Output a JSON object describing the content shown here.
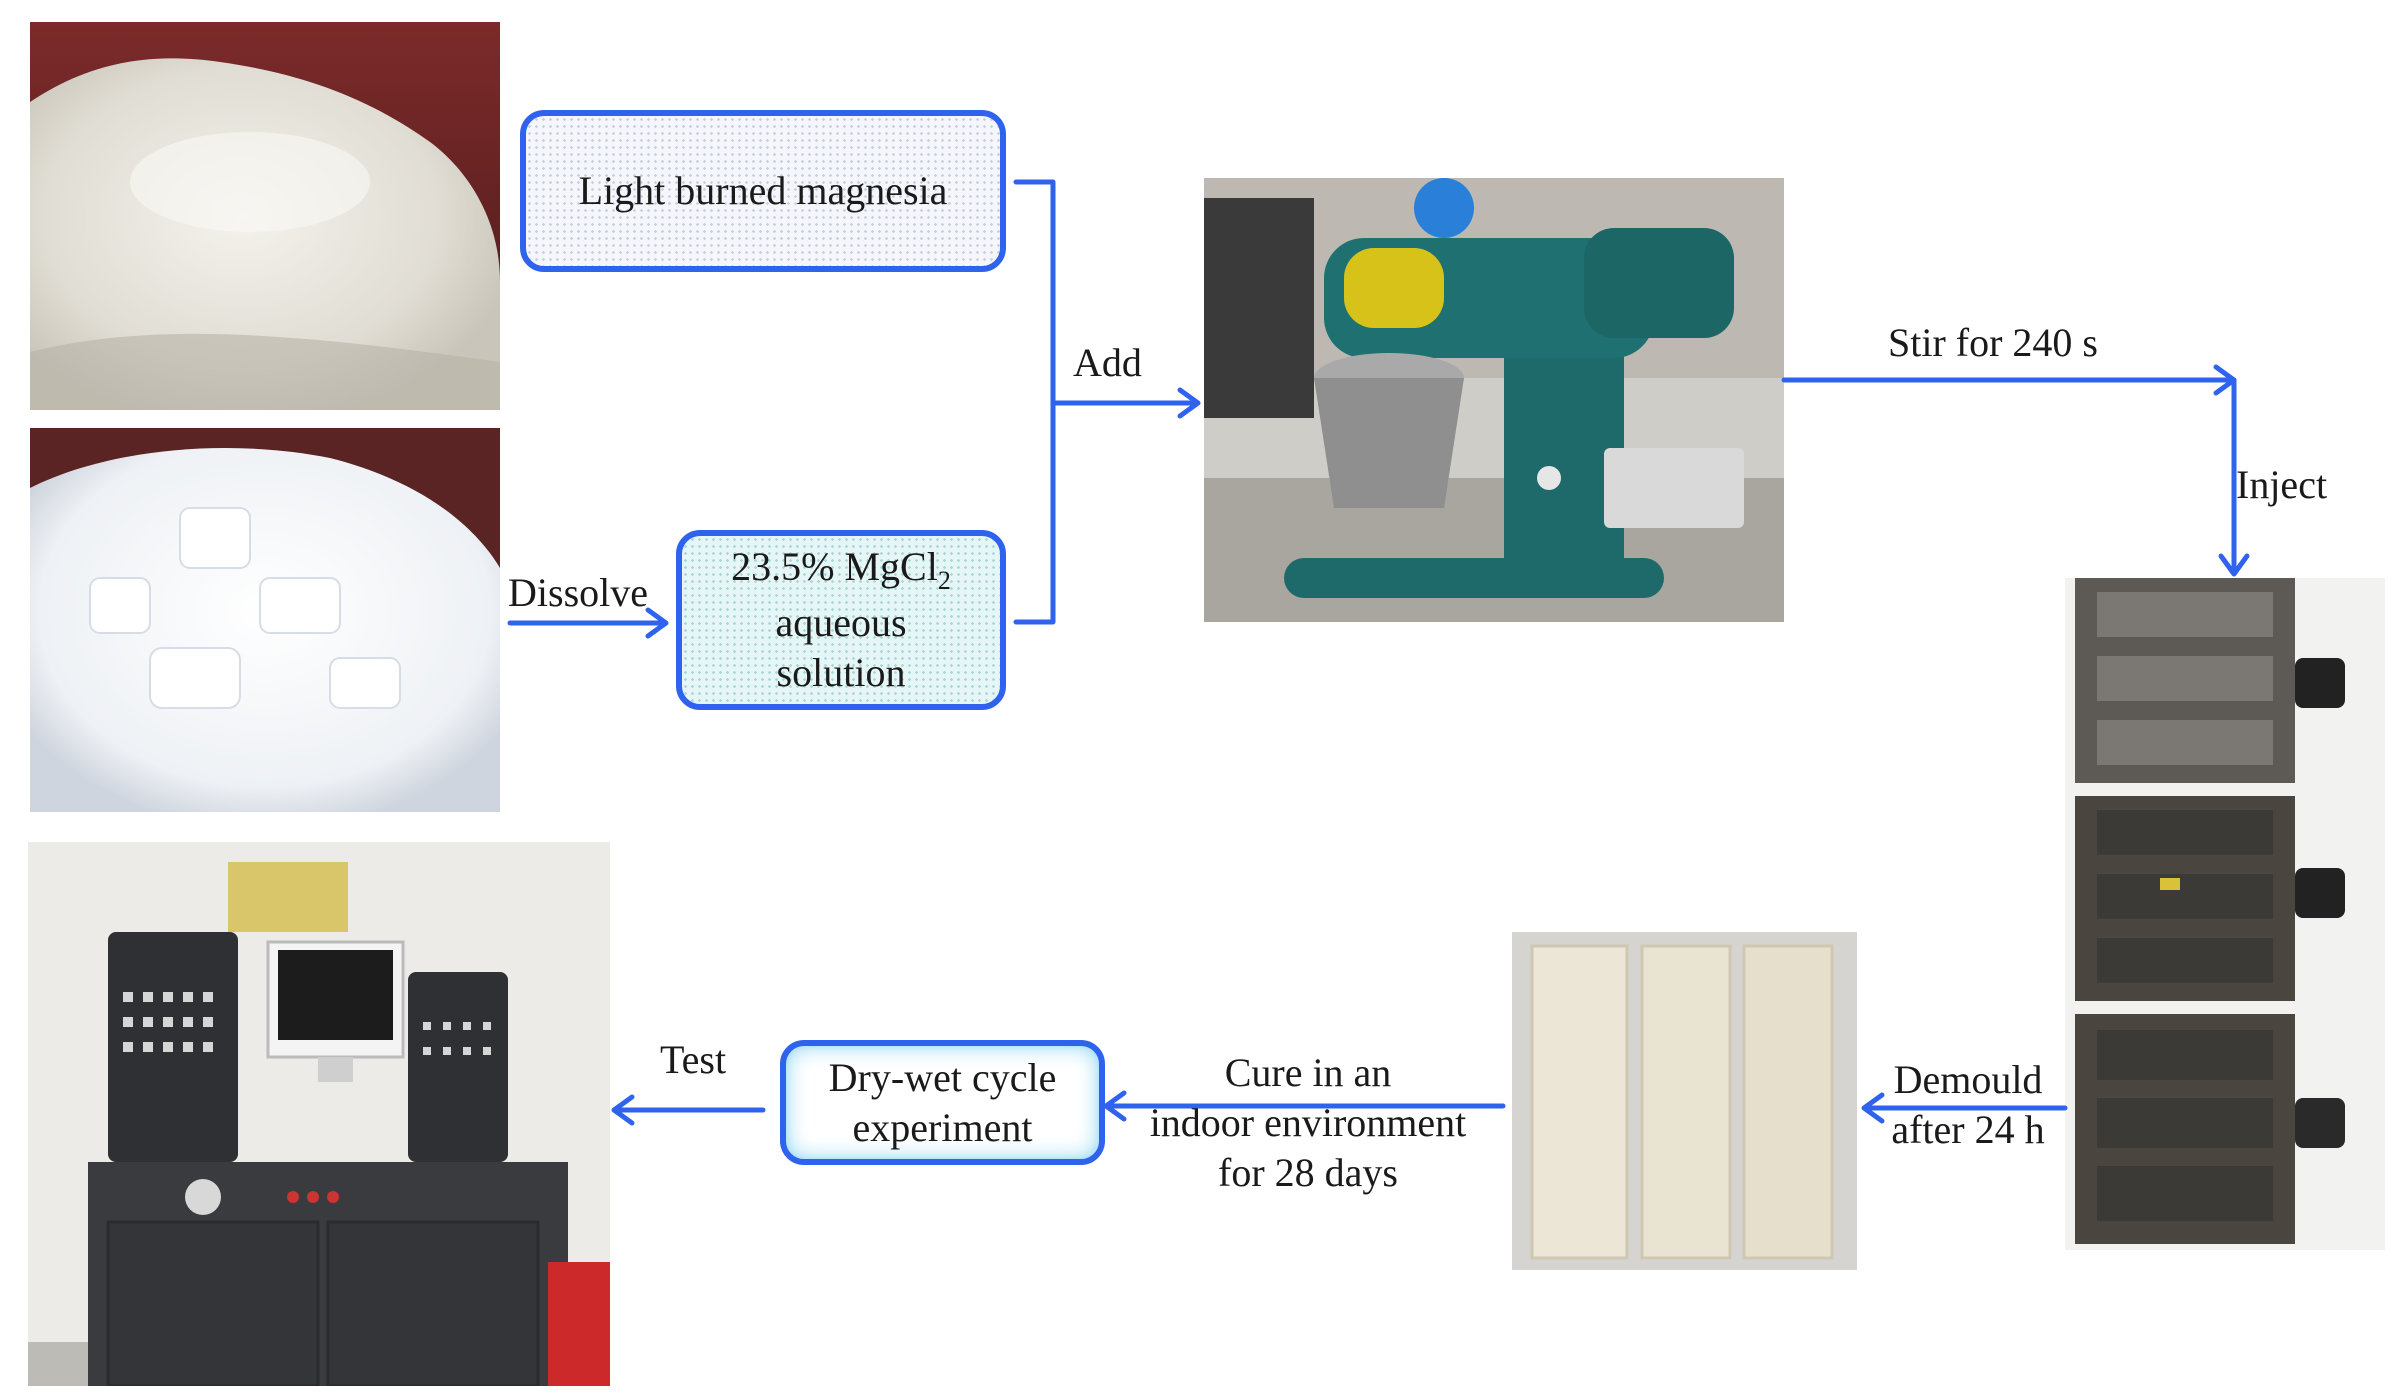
{
  "materials": {
    "magnesia": {
      "line1": "Light burned magnesia"
    },
    "mgcl2": {
      "line1_prefix": "23.5% MgCl",
      "line1_sub": "2",
      "line2": "aqueous",
      "line3": "solution"
    }
  },
  "steps": {
    "dissolve": "Dissolve",
    "add": "Add",
    "stir": "Stir for 240 s",
    "inject": "Inject",
    "demould_1": "Demould",
    "demould_2": "after 24 h",
    "cure_1": "Cure in an",
    "cure_2": "indoor environment",
    "cure_3": "for 28 days",
    "test": "Test"
  },
  "experiment": {
    "line1": "Dry-wet cycle",
    "line2": "experiment"
  },
  "colors": {
    "arrow": "#2f63ee",
    "box_border": "#2f63ee"
  },
  "icons": [
    "magnesia-powder-photo",
    "mgcl2-crystal-photo",
    "mortar-mixer-photo",
    "steel-mould-photo",
    "specimens-photo",
    "testing-machine-photo"
  ]
}
